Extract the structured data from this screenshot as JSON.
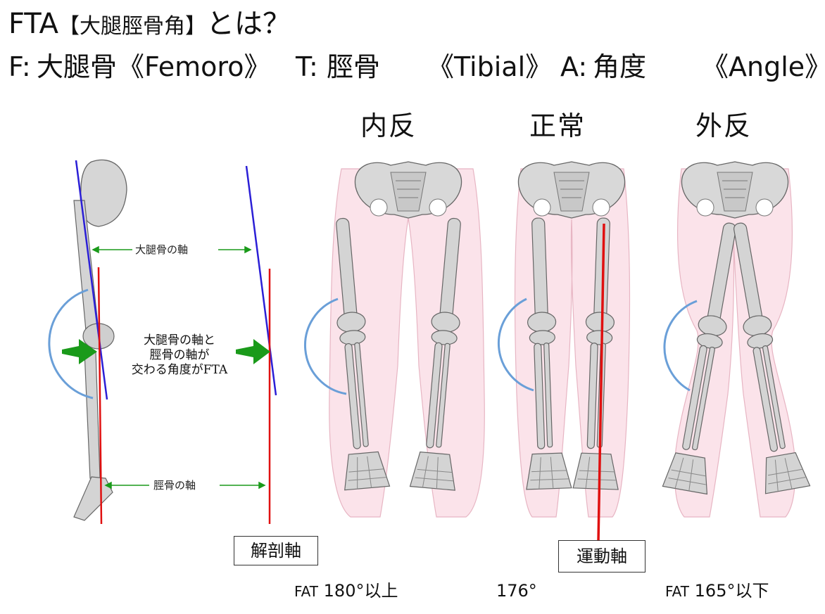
{
  "title": {
    "line1_main": "FTA",
    "line1_bracket": "【大腿脛骨角】",
    "line1_suffix": "とは？",
    "f_part": "F:",
    "f_kanji": "大腿骨",
    "f_en": "《Femoro》",
    "t_part": "T:",
    "t_kanji": "脛骨",
    "t_en": "《Tibial》",
    "a_part": "A:",
    "a_kanji": "角度",
    "a_en": "《Angle》"
  },
  "headings": {
    "varus": "内反",
    "normal": "正常",
    "valgus": "外反"
  },
  "annotations": {
    "femur_axis": "大腿骨の軸",
    "tibia_axis": "脛骨の軸",
    "explanation": [
      "大腿骨の軸と",
      "脛骨の軸が",
      "交わる角度がFTA"
    ]
  },
  "labels": {
    "anatomical_axis": "解剖軸",
    "mechanical_axis": "運動軸"
  },
  "angles": {
    "varus_prefix": "FAT",
    "varus_value": "180°以上",
    "normal_value": "176°",
    "valgus_prefix": "FAT",
    "valgus_value": "165°以下"
  },
  "colors": {
    "femur_axis_line": "#2b1fd6",
    "tibia_axis_line": "#e01010",
    "mechanical_axis_line": "#e01010",
    "angle_arc": "#6a9fd8",
    "arrow": "#1a9a1a",
    "leg_tint": "#fbe3ea",
    "bone_gray": "#cfcfcf"
  }
}
